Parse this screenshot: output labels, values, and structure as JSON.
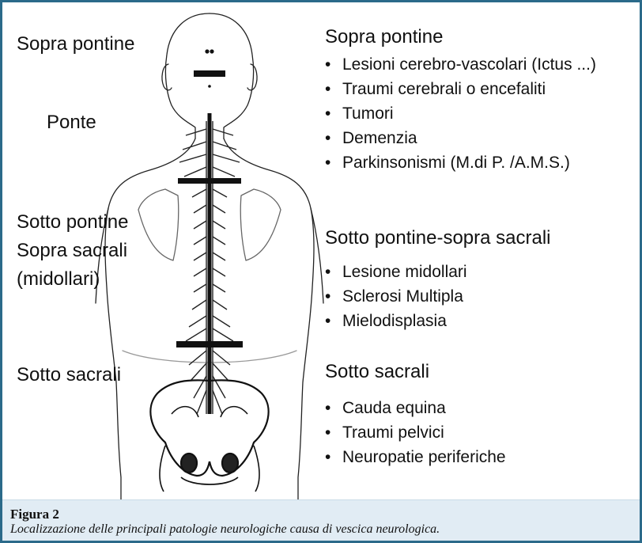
{
  "left_labels": {
    "sopra_pontine": "Sopra pontine",
    "ponte": "Ponte",
    "sotto_pontine": "Sotto pontine",
    "sopra_sacrali": "Sopra sacrali",
    "midollari": "(midollari)",
    "sotto_sacrali": "Sotto sacrali"
  },
  "sections": [
    {
      "heading": "Sopra pontine",
      "items": [
        "Lesioni cerebro-vascolari (Ictus ...)",
        "Traumi cerebrali  o encefaliti",
        "Tumori",
        "Demenzia",
        "Parkinsonismi (M.di P. /A.M.S.)"
      ]
    },
    {
      "heading": "Sotto pontine-sopra sacrali",
      "items": [
        "Lesione midollari",
        "Sclerosi Multipla",
        "Mielodisplasia"
      ]
    },
    {
      "heading": "Sotto sacrali",
      "items": [
        "Cauda equina",
        "Traumi pelvici",
        "Neuropatie periferiche"
      ]
    }
  ],
  "bullet": "•",
  "caption": {
    "title": "Figura 2",
    "text": "Localizzazione delle principali patologie neurologiche causa di vescica neurologica."
  },
  "colors": {
    "border": "#2b6a8a",
    "caption_background": "#e1ecf4",
    "level_bar": "#111111"
  },
  "diagram_elements": {
    "level_markers": [
      "pons",
      "brainstem-spinal junction",
      "lumbar-sacral"
    ]
  }
}
